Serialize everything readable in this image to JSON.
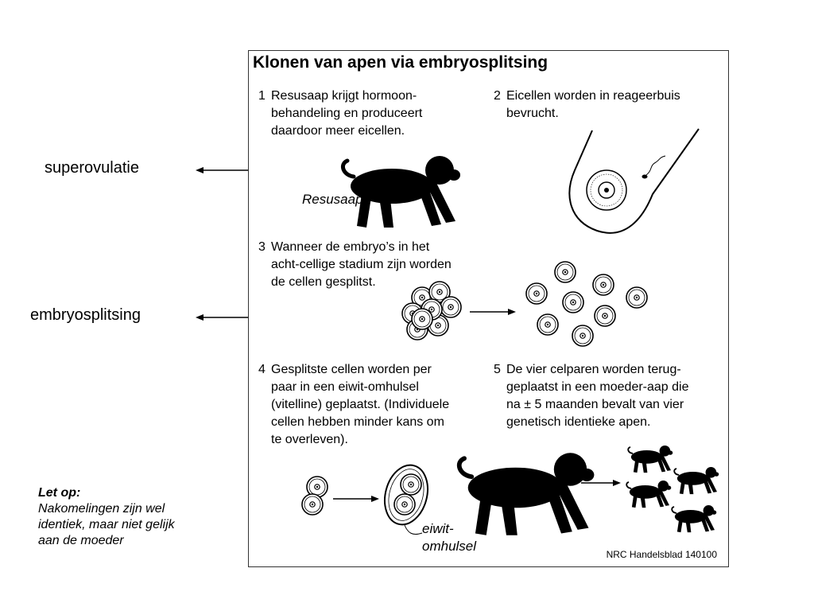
{
  "side_labels": {
    "superovulatie": "superovulatie",
    "embryosplitsing": "embryosplitsing"
  },
  "note": {
    "title": "Let op:",
    "body": "Nakomelingen zijn wel\nidentiek, maar niet gelijk\naan de moeder"
  },
  "panel": {
    "title": "Klonen van apen via embryosplitsing",
    "steps": [
      {
        "num": "1",
        "text": "Resusaap krijgt hormoon-\nbehandeling en produceert\ndaardoor meer eicellen."
      },
      {
        "num": "2",
        "text": "Eicellen worden in reageerbuis\nbevrucht."
      },
      {
        "num": "3",
        "text": "Wanneer de embryo’s in het\nacht-cellige stadium zijn worden\nde cellen gesplitst."
      },
      {
        "num": "4",
        "text": "Gesplitste cellen worden per\npaar in een eiwit-omhulsel\n(vitelline) geplaatst. (Individuele\ncellen hebben minder kans om\nte overleven)."
      },
      {
        "num": "5",
        "text": "De vier celparen worden terug-\ngeplaatst in een moeder-aap die\nna ± 5 maanden bevalt van vier\ngenetisch identieke apen."
      }
    ],
    "resusaap_label": "Resusaap",
    "eiwit_label": "eiwit-\nomhulsel",
    "credit": "NRC Handelsblad  140100"
  },
  "colors": {
    "ink": "#000000",
    "border": "#333333",
    "background": "#ffffff"
  }
}
